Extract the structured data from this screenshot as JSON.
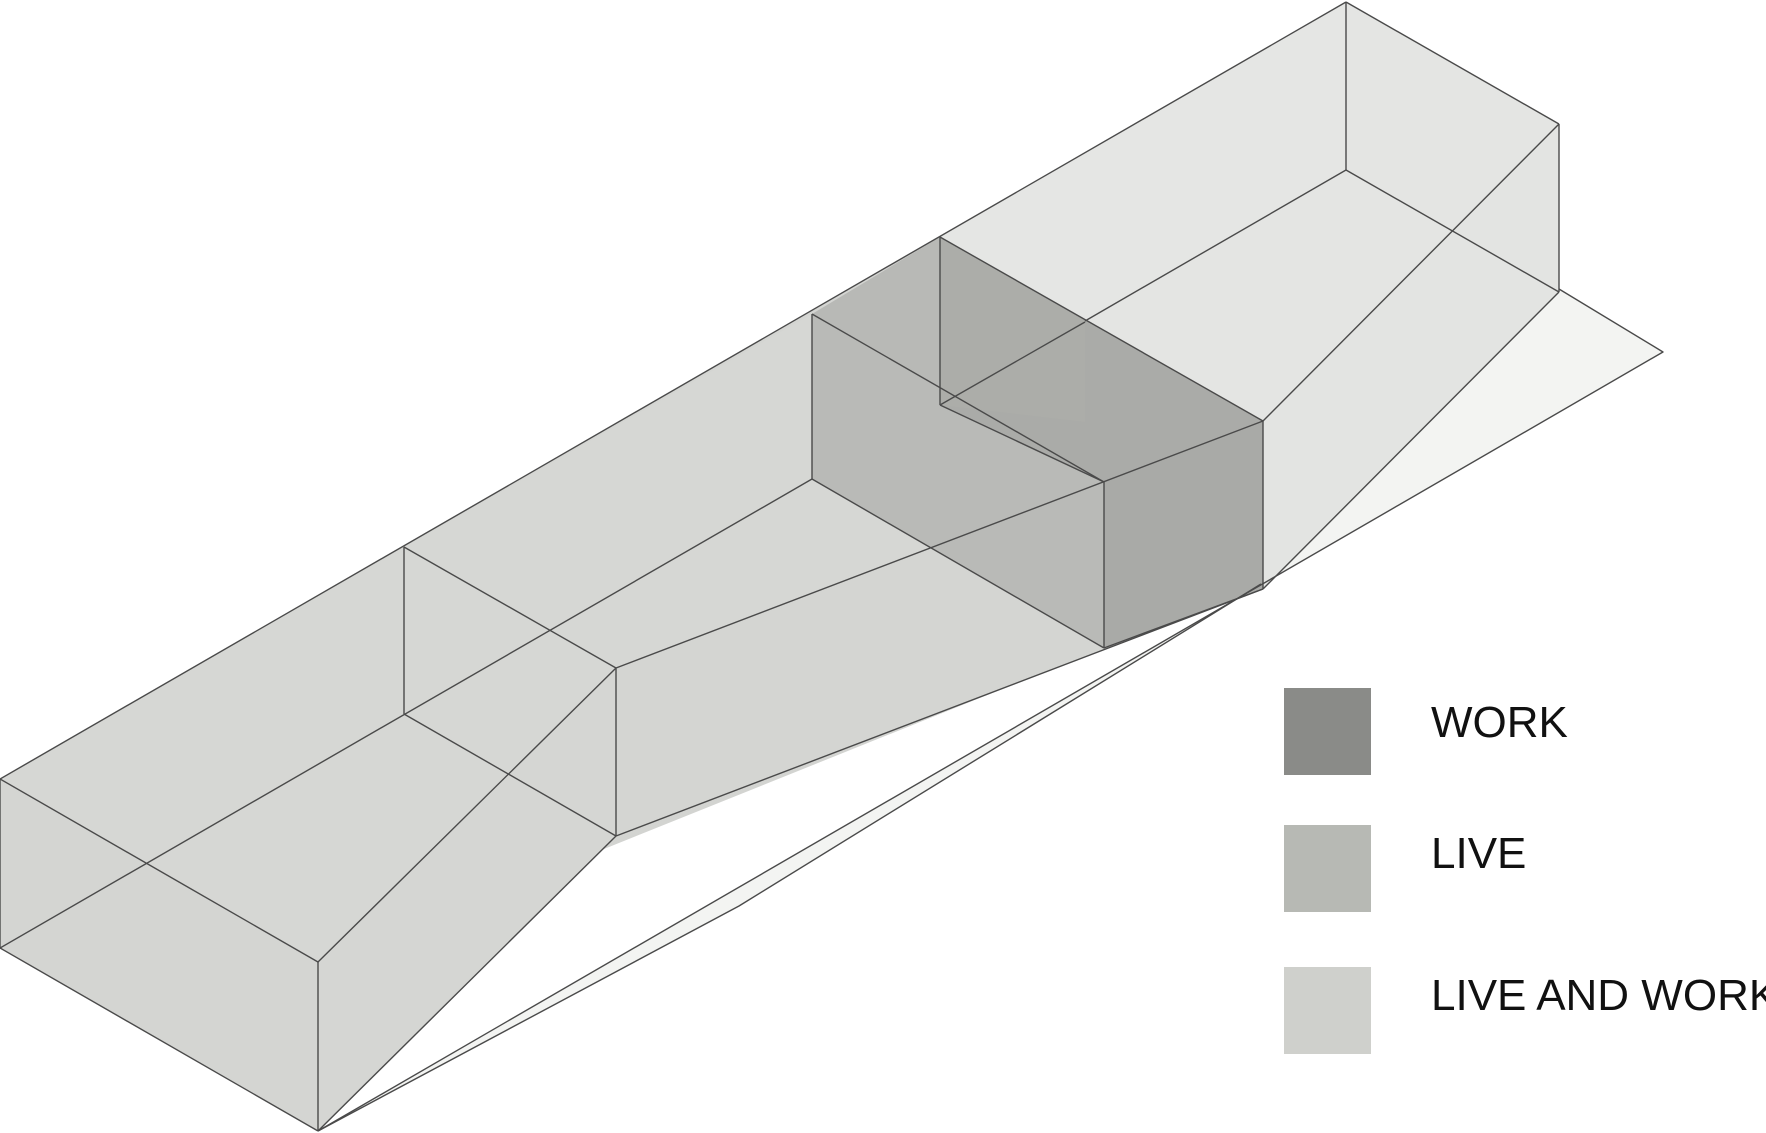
{
  "colors": {
    "background": "#ffffff",
    "ground": "#f3f4f2",
    "pale_volume": "#e5e6e4",
    "live_and_work": "#d4d5d2",
    "live": "#b7b8b5",
    "work": "#aaaba8",
    "edge": "#4a4a4a"
  },
  "legend": {
    "items": [
      {
        "label": "WORK",
        "color": "#8a8b88"
      },
      {
        "label": "LIVE",
        "color": "#b7b9b4"
      },
      {
        "label": "LIVE AND WORK",
        "color": "#cfd0cc"
      }
    ]
  }
}
